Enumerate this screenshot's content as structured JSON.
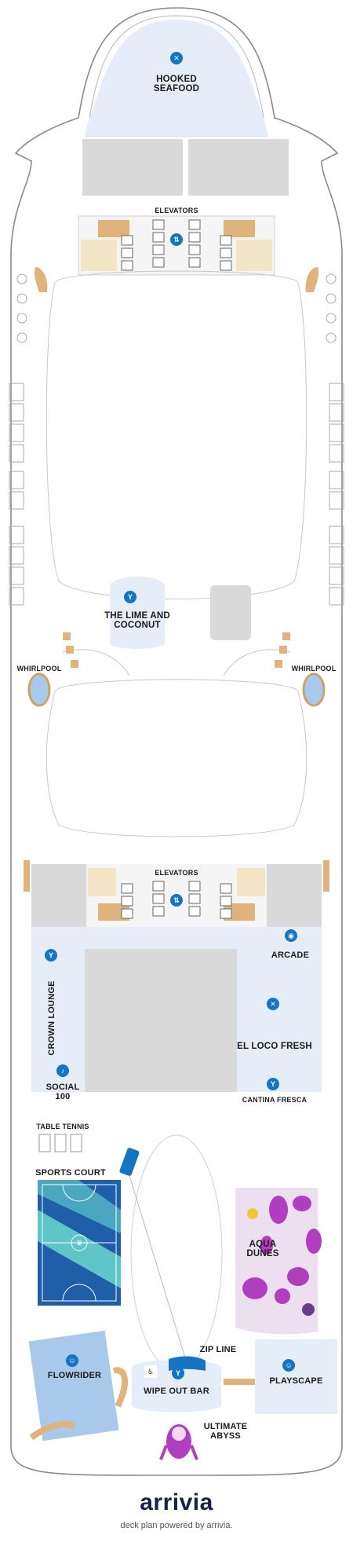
{
  "labels": {
    "hooked_seafood_1": "HOOKED",
    "hooked_seafood_2": "SEAFOOD",
    "elevators_fwd": "ELEVATORS",
    "lime_1": "THE LIME AND",
    "lime_2": "COCONUT",
    "whirlpool_left": "WHIRLPOOL",
    "whirlpool_right": "WHIRLPOOL",
    "elevators_aft": "ELEVATORS",
    "arcade": "ARCADE",
    "crown_lounge": "CROWN LOUNGE",
    "el_loco_fresh": "EL LOCO FRESH",
    "social_1": "SOCIAL",
    "social_2": "100",
    "cantina_fresca": "CANTINA FRESCA",
    "table_tennis": "TABLE TENNIS",
    "sports_court": "SPORTS COURT",
    "aqua_1": "AQUA",
    "aqua_2": "DUNES",
    "zip_line": "ZIP LINE",
    "flowrider": "FLOWRIDER",
    "wipe_out_bar": "WIPE OUT BAR",
    "playscape": "PLAYSCAPE",
    "ultimate_1": "ULTIMATE",
    "ultimate_2": "ABYSS"
  },
  "icons": {
    "restaurant": "fork-knife-icon",
    "bar": "cocktail-glass-icon",
    "arcade": "joystick-icon",
    "elevator": "elevator-icon",
    "restroom": "restroom-icon",
    "accessible": "wheelchair-icon",
    "sports": "person-sport-icon",
    "brand": "royal-caribbean-crown-icon"
  },
  "colors": {
    "venue_fill": "#e4edf8",
    "service_gray": "#d9d9d9",
    "wood": "#e0b37c",
    "pool": "#a9c9ea",
    "accent_blue": "#1574c4",
    "sports_teal": "#5ec6c9",
    "aqua_purple": "#b03fbf"
  },
  "brand": {
    "name": "arrivia",
    "tagline": "deck plan powered by arrivia."
  }
}
